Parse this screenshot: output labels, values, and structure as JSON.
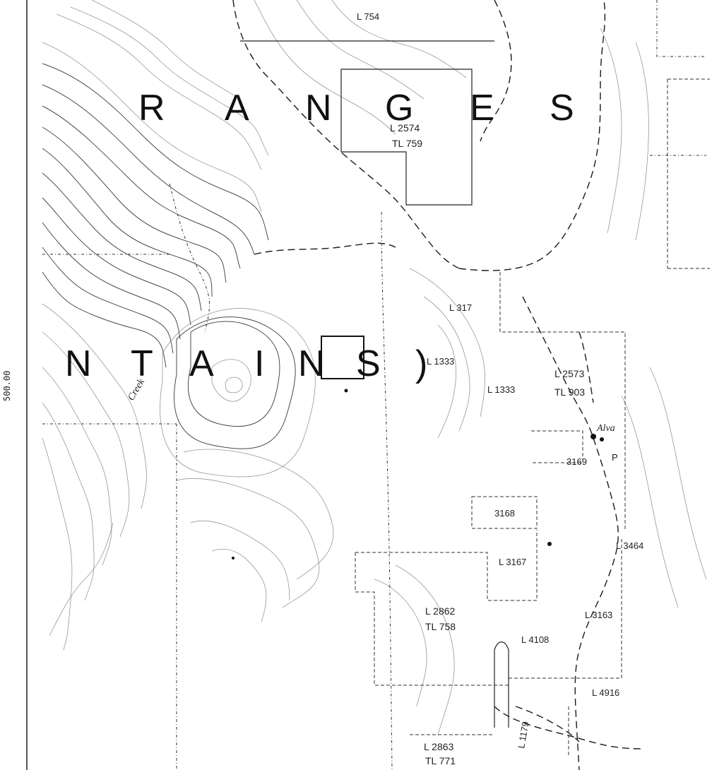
{
  "map": {
    "range_word_1": [
      "R",
      "A",
      "N",
      "G",
      "E",
      "S"
    ],
    "range_word_2": [
      "N",
      "T",
      "A",
      "I",
      "N",
      "S",
      ")"
    ],
    "scale_label": "500.00",
    "lots": {
      "l754": "L 754",
      "l2574": "L 2574",
      "tl759": "TL 759",
      "l317": "L 317",
      "l1333a": "L 1333",
      "l1333b": "L 1333",
      "l2573": "L 2573",
      "tl903": "TL 903",
      "l3169": "3169",
      "l3168": "3168",
      "l3167": "L 3167",
      "l2862": "L 2862",
      "tl758": "TL 758",
      "l4108": "L 4108",
      "l3163": "L 3163",
      "l3464": "L 3464",
      "l4916": "L 4916",
      "l2863": "L 2863",
      "tl771": "TL 771",
      "l1179": "L 1179"
    },
    "places": {
      "alva": "Alva",
      "creek": "Creek"
    }
  }
}
